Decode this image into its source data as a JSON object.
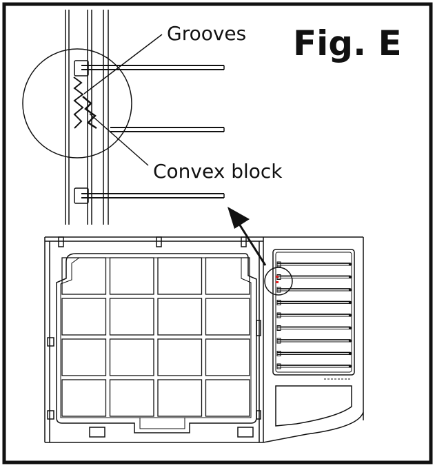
{
  "figure": {
    "title": "Fig. E",
    "callouts": {
      "grooves": "Grooves",
      "convex_block": "Convex block"
    }
  },
  "colors": {
    "ink": "#111111",
    "background": "#ffffff",
    "highlight": "#e02020"
  },
  "filter_grid": {
    "rows": 4,
    "cols": 4
  },
  "louver_count": 9
}
